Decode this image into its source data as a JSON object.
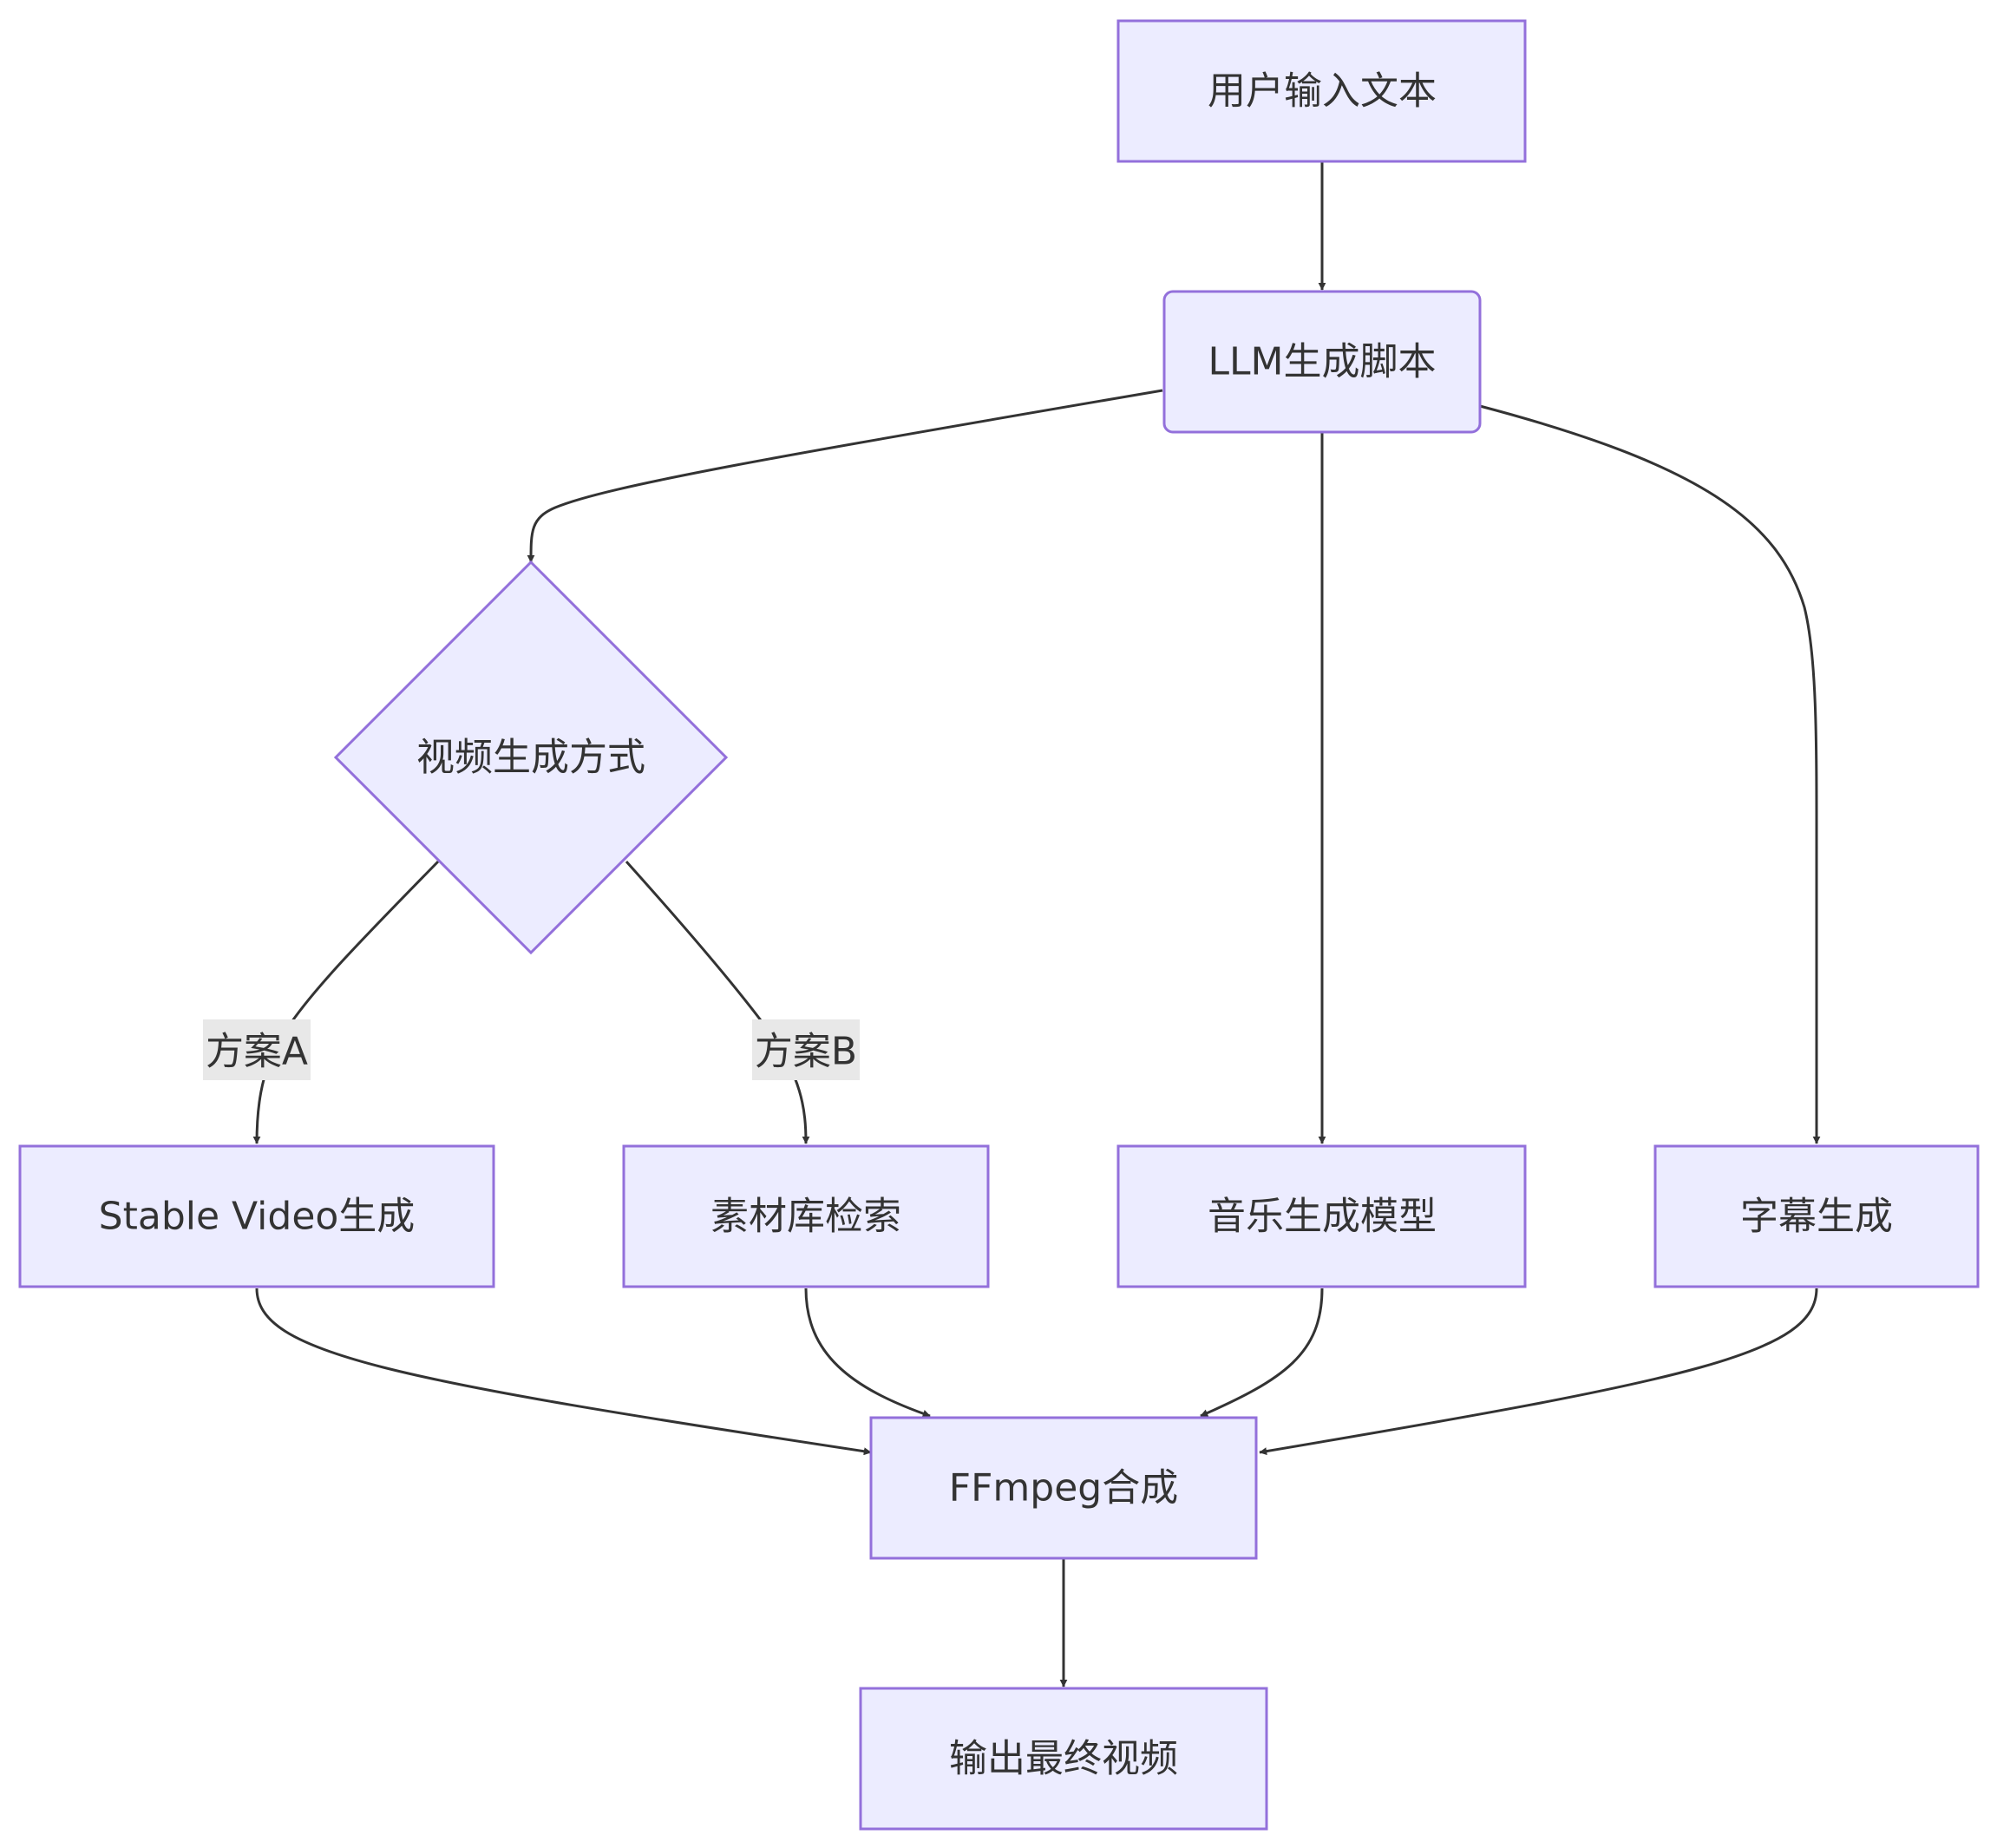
{
  "colors": {
    "node_fill": "#ECECFF",
    "node_stroke": "#9370DB",
    "edge": "#333333",
    "label_bg": "#E8E8E8",
    "text": "#333333"
  },
  "nodes": {
    "user_input": "用户输入文本",
    "llm_script": "LLM生成脚本",
    "decision": "视频生成方式",
    "stable_video": "Stable Video生成",
    "asset_search": "素材库检索",
    "music_gen": "音乐生成模型",
    "subtitle_gen": "字幕生成",
    "ffmpeg": "FFmpeg合成",
    "output": "输出最终视频"
  },
  "edge_labels": {
    "plan_a": "方案A",
    "plan_b": "方案B"
  }
}
